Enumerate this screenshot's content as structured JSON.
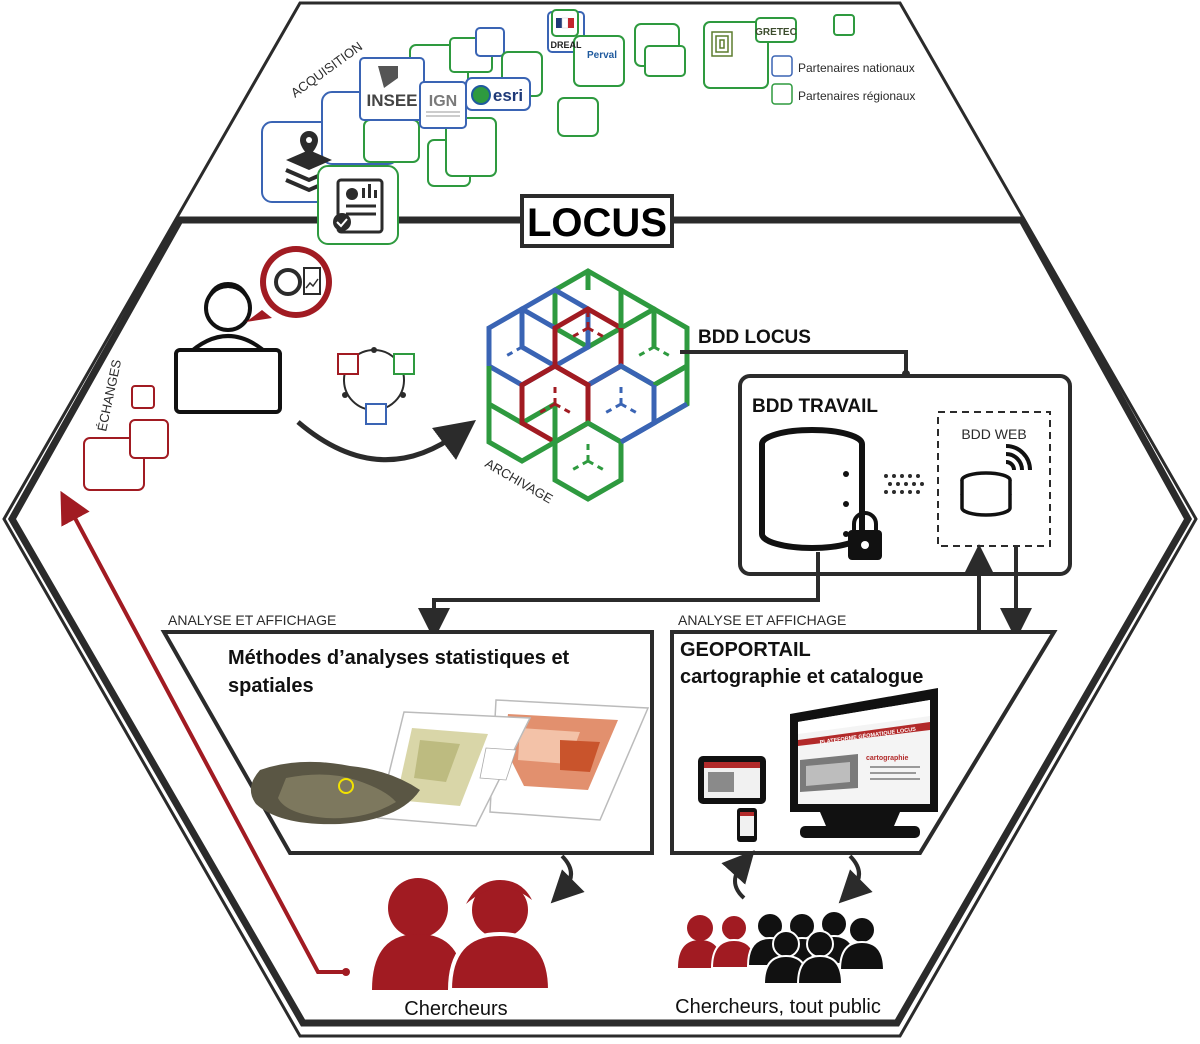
{
  "title": "LOCUS",
  "acquisition": {
    "label": "ACQUISITION",
    "logos": {
      "insee": "INSEE",
      "ign": "IGN",
      "esri": "esri",
      "dreal": "DREAL",
      "perval": "Perval",
      "gebec": "GRETEC"
    },
    "legend": {
      "national": "Partenaires nationaux",
      "regional": "Partenaires régionaux"
    }
  },
  "echanges": "ÉCHANGES",
  "archivage": "ARCHIVAGE",
  "bdd": {
    "locus": "BDD LOCUS",
    "travail": "BDD TRAVAIL",
    "web": "BDD WEB"
  },
  "analysis": {
    "section_label": "ANALYSE ET AFFICHAGE",
    "title_line1": "Méthodes d’analyses statistiques et",
    "title_line2": "spatiales"
  },
  "geoportail": {
    "section_label": "ANALYSE ET AFFICHAGE",
    "title_line1": "GEOPORTAIL",
    "title_line2": "cartographie et catalogue",
    "screen_title": "PLATEFORME GÉOMATIQUE LOCUS",
    "screen_sub": "cartographie"
  },
  "users": {
    "chercheurs": "Chercheurs",
    "public": "Chercheurs, tout public"
  },
  "colors": {
    "national": "#3a64b4",
    "regional": "#2e9a3f",
    "accent_red": "#a11b22",
    "dark": "#2b2b2b"
  }
}
